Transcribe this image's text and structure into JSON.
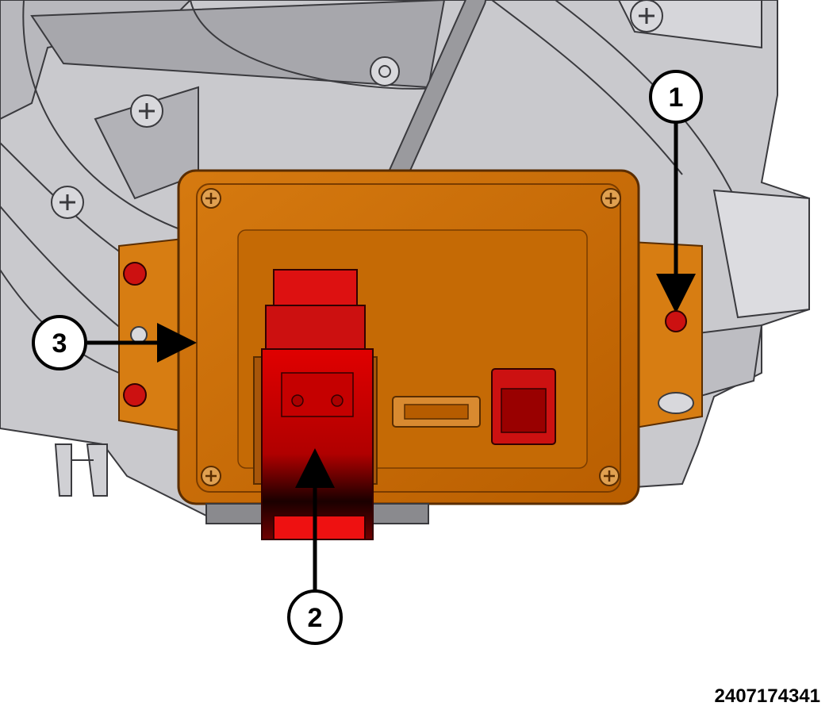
{
  "figure": {
    "id": "2407174341"
  },
  "callouts": [
    {
      "number": "1",
      "target": "module-mounting-screw"
    },
    {
      "number": "2",
      "target": "electrical-connector"
    },
    {
      "number": "3",
      "target": "module-mounting-bracket"
    }
  ],
  "colors": {
    "module_body": "#c86a00",
    "module_edge": "#7a3c00",
    "connector_red": "#cc0000",
    "housing_gray": "#c9c9cd",
    "housing_dark": "#6c6c70",
    "cable_gray": "#9a9a9e"
  }
}
